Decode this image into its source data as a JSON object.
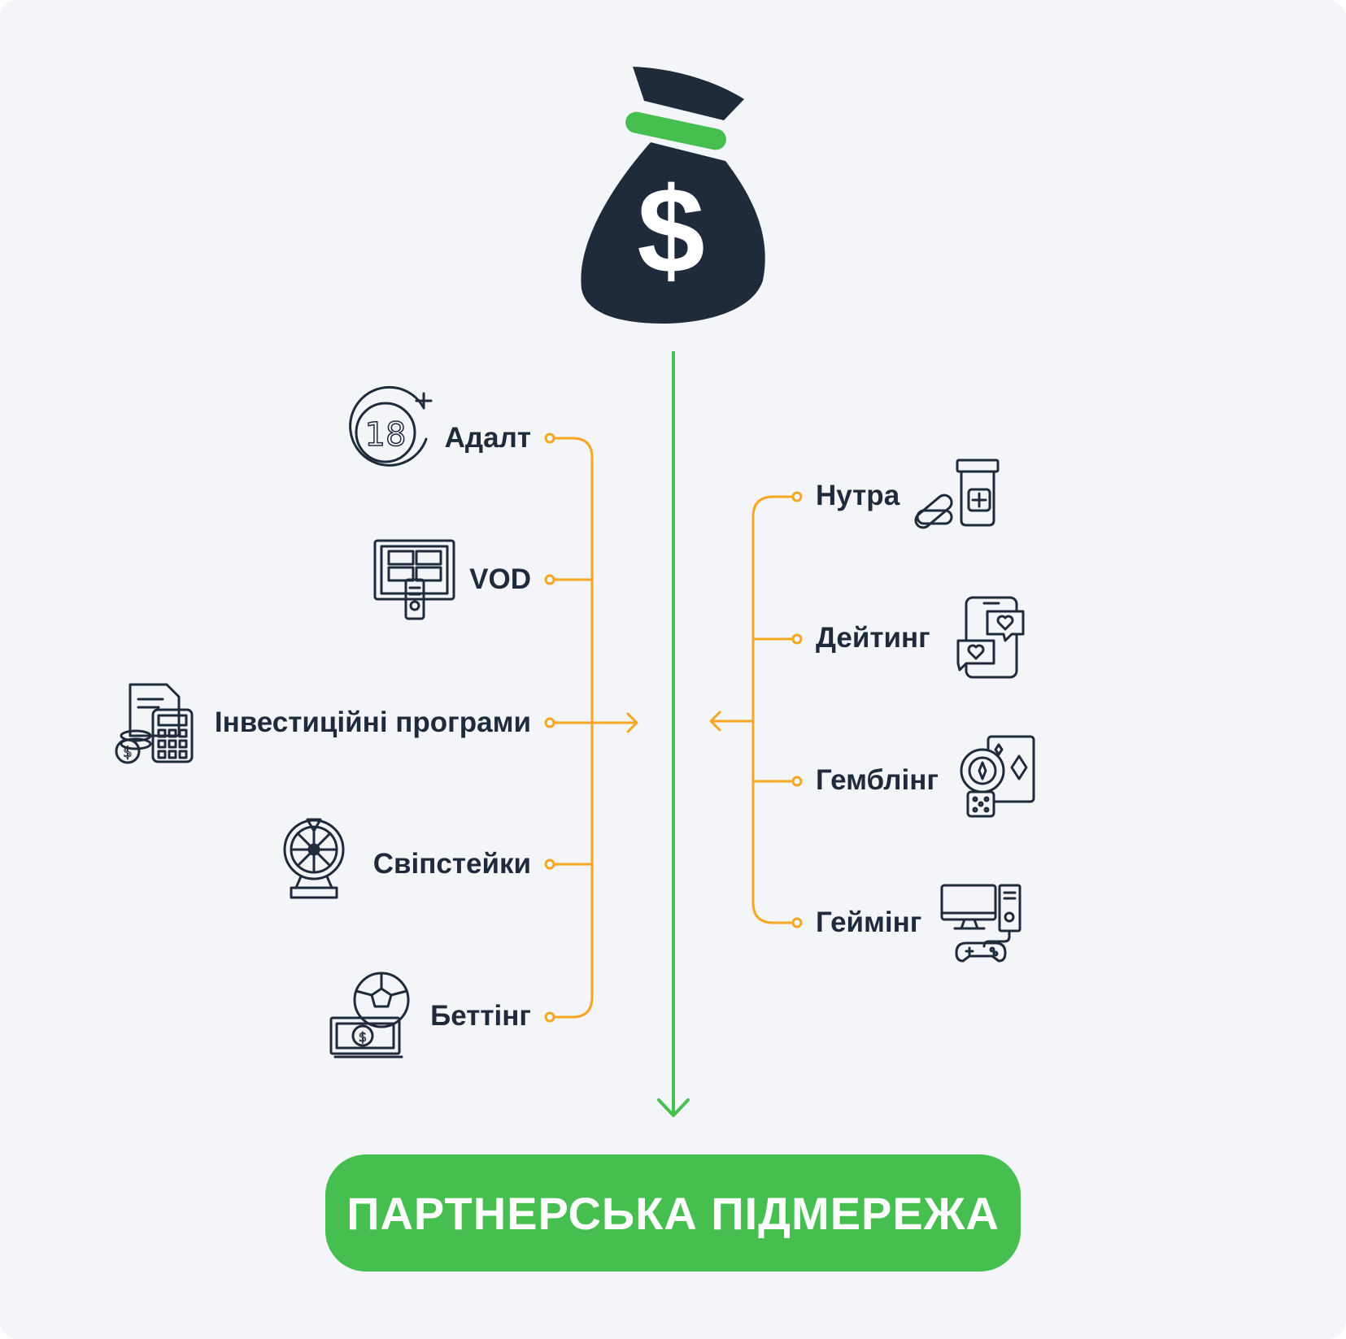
{
  "diagram": {
    "left_nodes": [
      {
        "label": "Адалт",
        "icon": "adult-18-plus-icon"
      },
      {
        "label": "VOD",
        "icon": "tv-remote-icon"
      },
      {
        "label": "Інвестиційні програми",
        "icon": "calculator-coins-icon"
      },
      {
        "label": "Свіпстейки",
        "icon": "prize-wheel-icon"
      },
      {
        "label": "Беттінг",
        "icon": "football-money-icon"
      }
    ],
    "right_nodes": [
      {
        "label": "Нутра",
        "icon": "medicine-bottle-icon"
      },
      {
        "label": "Дейтинг",
        "icon": "phone-heart-chat-icon"
      },
      {
        "label": "Гемблінг",
        "icon": "casino-chip-cards-dice-icon"
      },
      {
        "label": "Геймінг",
        "icon": "computer-gamepad-icon"
      }
    ],
    "target_label": "ПАРТНЕРСЬКА ПІДМЕРЕЖА",
    "top_icon": "money-bag-dollar-icon"
  },
  "colors": {
    "background": "#f4f5f9",
    "dark": "#1f2b3a",
    "green": "#46bf50",
    "orange": "#f6a623"
  }
}
